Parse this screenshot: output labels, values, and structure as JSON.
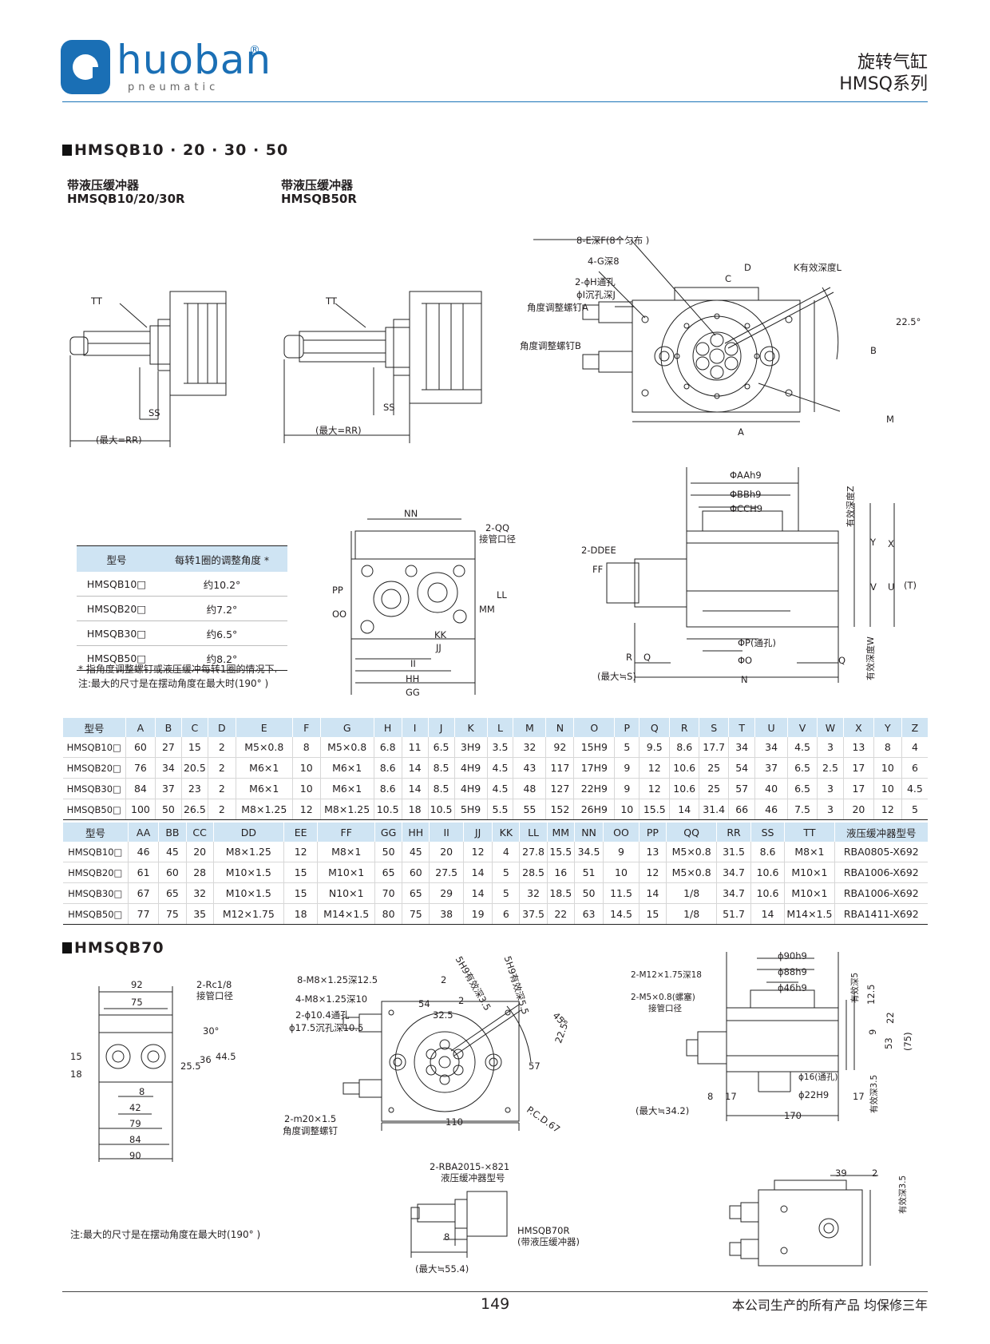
{
  "header": {
    "brand": "huoban",
    "brand_sub": "pneumatic",
    "reg": "®",
    "title_cn": "旋转气缸",
    "series": "HMSQ系列",
    "brand_color": "#1a6fb5"
  },
  "section1": {
    "title": "HMSQB10 · 20 · 30 · 50",
    "sub1_line1": "带液压缓冲器",
    "sub1_line2": "HMSQB10/20/30R",
    "sub2_line1": "带液压缓冲器",
    "sub2_line2": "HMSQB50R"
  },
  "labels": {
    "tt": "TT",
    "ss": "SS",
    "rr": "(最大=RR)",
    "e8": "8-E深F(8个匀布 )",
    "g4": "4-G深8",
    "h2": "2-ϕH通孔",
    "icb": "ϕI沉孔深J",
    "adjA": "角度调整螺钉A",
    "adjB": "角度调整螺钉B",
    "k": "K有效深度L",
    "c": "C",
    "d": "D",
    "b": "B",
    "a": "A",
    "m": "M",
    "ang": "22.5°",
    "nn": "NN",
    "qq1": "2-QQ",
    "qq2": "接管口径",
    "pp": "PP",
    "oo": "OO",
    "mm": "MM",
    "ll": "LL",
    "kk": "KK",
    "jj": "JJ",
    "ii": "II",
    "hh": "HH",
    "gg": "GG",
    "aah9": "ΦAAh9",
    "bbh9": "ΦBBh9",
    "cch9": "ΦCCH9",
    "dd": "2-DDEE",
    "ff": "FF",
    "z": "有效深度Z",
    "y": "Y",
    "x": "X",
    "v": "V",
    "u": "U",
    "tt2": "(T)",
    "w": "有效深度W",
    "p": "ΦP(通孔)",
    "o": "ΦO",
    "r": "R",
    "q": "Q",
    "s": "(最大≒S)",
    "n": "N",
    "q2": "Q"
  },
  "adjust_table": {
    "headers": [
      "型号",
      "每转1圈的调整角度 *"
    ],
    "rows": [
      [
        "HMSQB10□",
        "约10.2°"
      ],
      [
        "HMSQB20□",
        "约7.2°"
      ],
      [
        "HMSQB30□",
        "约6.5°"
      ],
      [
        "HMSQB50□",
        "约8.2°"
      ]
    ],
    "note1": "* 指角度调整螺钉或液压缓冲每转1圈的情况下.",
    "note2": "注:最大的尺寸是在摆动角度在最大时(190° )"
  },
  "dim_table1": {
    "headers": [
      "型号",
      "A",
      "B",
      "C",
      "D",
      "E",
      "F",
      "G",
      "H",
      "I",
      "J",
      "K",
      "L",
      "M",
      "N",
      "O",
      "P",
      "Q",
      "R",
      "S",
      "T",
      "U",
      "V",
      "W",
      "X",
      "Y",
      "Z"
    ],
    "rows": [
      [
        "HMSQB10□",
        "60",
        "27",
        "15",
        "2",
        "M5×0.8",
        "8",
        "M5×0.8",
        "6.8",
        "11",
        "6.5",
        "3H9",
        "3.5",
        "32",
        "92",
        "15H9",
        "5",
        "9.5",
        "8.6",
        "17.7",
        "34",
        "34",
        "4.5",
        "3",
        "13",
        "8",
        "4"
      ],
      [
        "HMSQB20□",
        "76",
        "34",
        "20.5",
        "2",
        "M6×1",
        "10",
        "M6×1",
        "8.6",
        "14",
        "8.5",
        "4H9",
        "4.5",
        "43",
        "117",
        "17H9",
        "9",
        "12",
        "10.6",
        "25",
        "54",
        "37",
        "6.5",
        "2.5",
        "17",
        "10",
        "6"
      ],
      [
        "HMSQB30□",
        "84",
        "37",
        "23",
        "2",
        "M6×1",
        "10",
        "M6×1",
        "8.6",
        "14",
        "8.5",
        "4H9",
        "4.5",
        "48",
        "127",
        "22H9",
        "9",
        "12",
        "10.6",
        "25",
        "57",
        "40",
        "6.5",
        "3",
        "17",
        "10",
        "4.5"
      ],
      [
        "HMSQB50□",
        "100",
        "50",
        "26.5",
        "2",
        "M8×1.25",
        "12",
        "M8×1.25",
        "10.5",
        "18",
        "10.5",
        "5H9",
        "5.5",
        "55",
        "152",
        "26H9",
        "10",
        "15.5",
        "14",
        "31.4",
        "66",
        "46",
        "7.5",
        "3",
        "20",
        "12",
        "5"
      ]
    ]
  },
  "dim_table2": {
    "headers": [
      "型号",
      "AA",
      "BB",
      "CC",
      "DD",
      "EE",
      "FF",
      "GG",
      "HH",
      "II",
      "JJ",
      "KK",
      "LL",
      "MM",
      "NN",
      "OO",
      "PP",
      "QQ",
      "RR",
      "SS",
      "TT",
      "液压缓冲器型号"
    ],
    "rows": [
      [
        "HMSQB10□",
        "46",
        "45",
        "20",
        "M8×1.25",
        "12",
        "M8×1",
        "50",
        "45",
        "20",
        "12",
        "4",
        "27.8",
        "15.5",
        "34.5",
        "9",
        "13",
        "M5×0.8",
        "31.5",
        "8.6",
        "M8×1",
        "RBA0805-X692"
      ],
      [
        "HMSQB20□",
        "61",
        "60",
        "28",
        "M10×1.5",
        "15",
        "M10×1",
        "65",
        "60",
        "27.5",
        "14",
        "5",
        "28.5",
        "16",
        "51",
        "10",
        "12",
        "M5×0.8",
        "34.7",
        "10.6",
        "M10×1",
        "RBA1006-X692"
      ],
      [
        "HMSQB30□",
        "67",
        "65",
        "32",
        "M10×1.5",
        "15",
        "N10×1",
        "70",
        "65",
        "29",
        "14",
        "5",
        "32",
        "18.5",
        "50",
        "11.5",
        "14",
        "1/8",
        "34.7",
        "10.6",
        "M10×1",
        "RBA1006-X692"
      ],
      [
        "HMSQB50□",
        "77",
        "75",
        "35",
        "M12×1.75",
        "18",
        "M14×1.5",
        "80",
        "75",
        "38",
        "19",
        "6",
        "37.5",
        "22",
        "63",
        "14.5",
        "15",
        "1/8",
        "51.7",
        "14",
        "M14×1.5",
        "RBA1411-X692"
      ]
    ]
  },
  "section2": {
    "title": "HMSQB70",
    "d92": "92",
    "d75": "75",
    "rc1": "2-Rc1/8",
    "rc2": "接管口径",
    "d30": "30°",
    "d18": "18",
    "d15": "15",
    "d255": "25.5",
    "d36": "36",
    "d445": "44.5",
    "d8": "8",
    "d42": "42",
    "d79": "79",
    "d84": "84",
    "d90": "90",
    "m8": "8-M8×1.25深12.5",
    "m4": "4-M8×1.25深10",
    "h104": "2-ϕ10.4通孔",
    "cb175": "ϕ17.5沉孔深10.5",
    "m20a": "2-m20×1.5",
    "m20b": "角度调整螺钉",
    "d110": "110",
    "d57": "57",
    "pcd": "P.C.D.67",
    "d45deg": "45°",
    "d225": "22.5°",
    "h5a": "5H9有效深3.5",
    "h5b": "5H9有效深5.5",
    "d2a": "2",
    "d2b": "2",
    "d54": "54",
    "d325": "32.5",
    "m12": "2-M12×1.75深18",
    "m5a": "2-M5×0.8(螺塞)",
    "m5b": "接管口径",
    "d90h9": "ϕ90h9",
    "d88h9": "ϕ88h9",
    "d46h9": "ϕ46h9",
    "deep5": "有效深5",
    "d125": "12.5",
    "d22": "22",
    "d9": "9",
    "d53": "53",
    "d75p": "(75)",
    "d16": "ϕ16(通孔)",
    "d22h9": "ϕ22H9",
    "deep35": "有效深3.5",
    "d8b": "8",
    "d17a": "17",
    "d17b": "17",
    "d342": "(最大≒34.2)",
    "d170": "170",
    "rba1": "2-RBA2015-×821",
    "rba2": "液压缓冲器型号",
    "d8c": "8",
    "d554": "(最大≒55.4)",
    "r70a": "HMSQB70R",
    "r70b": "(带液压缓冲器)",
    "d39": "39",
    "d2c": "2",
    "deep35b": "有效深3.5",
    "note": "注:最大的尺寸是在摆动角度在最大时(190° )"
  },
  "footer": {
    "page": "149",
    "slogan": "本公司生产的所有产品 均保修三年"
  }
}
